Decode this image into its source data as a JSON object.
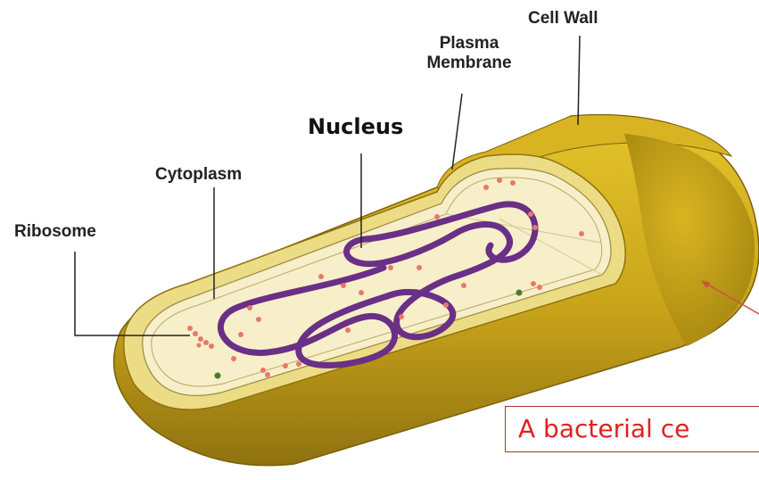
{
  "labels": {
    "cell_wall": "Cell Wall",
    "plasma_membrane_line1": "Plasma",
    "plasma_membrane_line2": "Membrane",
    "nucleus": "Nucleus",
    "cytoplasm": "Cytoplasm",
    "ribosome": "Ribosome"
  },
  "caption": {
    "text": "A bacterial ce"
  },
  "colors": {
    "cell_wall_outer": "#c9a41a",
    "cell_wall_shadow": "#8f7210",
    "cell_wall_light": "#e8c92c",
    "membrane": "#ecdc86",
    "cytoplasm": "#f7efc9",
    "nucleoid": "#6a2f86",
    "ribosome": "#e8786a",
    "granule": "#4a7a2a",
    "caption_text": "#e02020",
    "caption_border": "#a23a2a",
    "arrow": "#c9553f"
  }
}
